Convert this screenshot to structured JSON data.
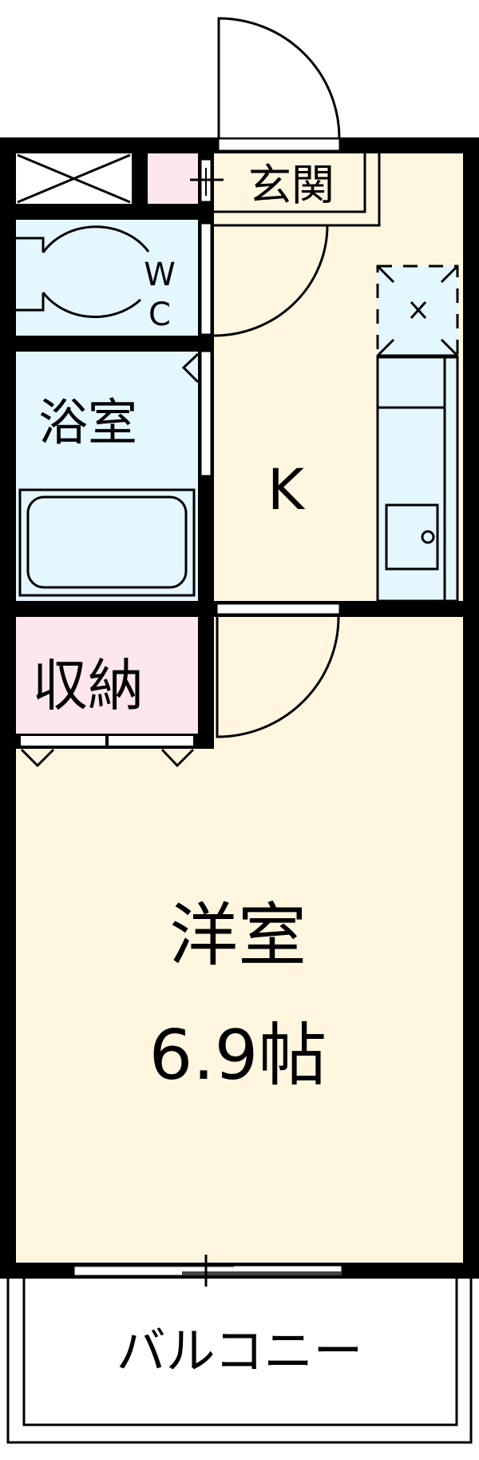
{
  "floorplan": {
    "colors": {
      "wall": "#000000",
      "living": "#FFF6E0",
      "wet": "#E4F6FE",
      "storage": "#FDE6EE",
      "background": "#FFFFFF"
    },
    "rooms": {
      "entrance": {
        "label": "玄関"
      },
      "wc": {
        "label_w": "W",
        "label_c": "C"
      },
      "bath": {
        "label": "浴室"
      },
      "kitchen": {
        "label": "K"
      },
      "storage": {
        "label": "収納"
      },
      "western_room": {
        "label": "洋室",
        "size": "6.9帖"
      },
      "balcony": {
        "label": "バルコニー"
      }
    }
  }
}
